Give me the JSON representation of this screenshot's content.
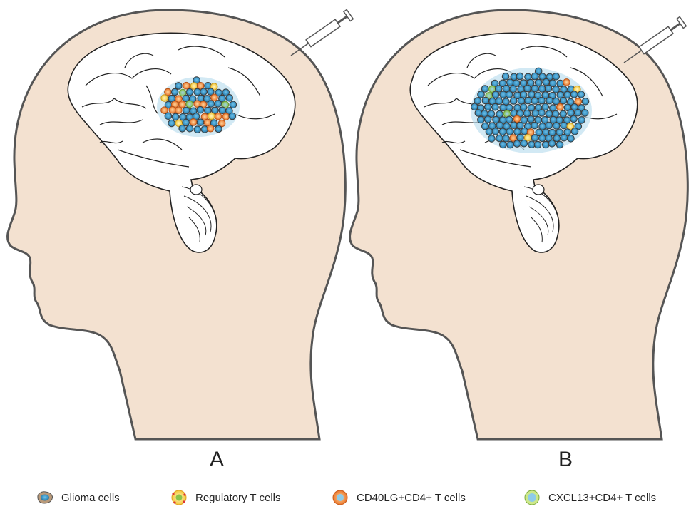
{
  "panels": [
    {
      "label": "A"
    },
    {
      "label": "B"
    }
  ],
  "legend": [
    {
      "label": "Glioma cells",
      "icon": "glioma-cell-icon"
    },
    {
      "label": "Regulatory T cells",
      "icon": "regulatory-t-cell-icon"
    },
    {
      "label": "CD40LG+CD4+ T cells",
      "icon": "cd40lg-t-cell-icon"
    },
    {
      "label": "CXCL13+CD4+ T cells",
      "icon": "cxcl13-t-cell-icon"
    }
  ],
  "colors": {
    "skin": "#f3e1d0",
    "outline": "#555555",
    "brain": "#ffffff",
    "tumor_glow": "#bfe0f0",
    "glioma_body": "#5b5f5c",
    "glioma_nucleus": "#3f97c8",
    "treg": "#f2d64a",
    "cd40lg": "#e8742a",
    "cxcl13": "#8bc34a"
  }
}
